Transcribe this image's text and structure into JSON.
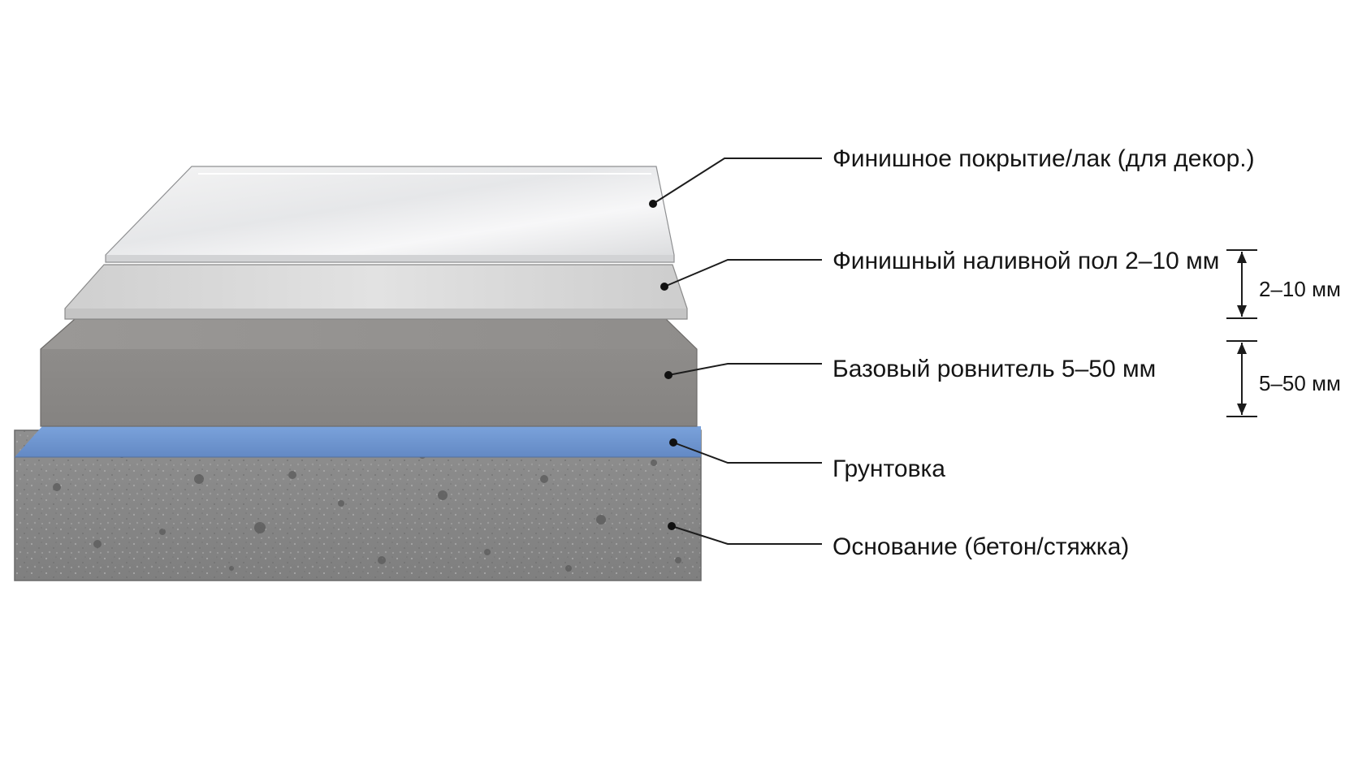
{
  "layers": [
    {
      "id": "finish-coat",
      "label": "Финишное покрытие/лак (для декор.)"
    },
    {
      "id": "finish-leveler",
      "label": "Финишный наливной пол 2–10 мм"
    },
    {
      "id": "base-leveler",
      "label": "Базовый ровнитель 5–50 мм"
    },
    {
      "id": "primer",
      "label": "Грунтовка"
    },
    {
      "id": "substrate",
      "label": "Основание (бетон/стяжка)"
    }
  ],
  "dimensions": [
    {
      "id": "finish-thickness",
      "label": "2–10 мм"
    },
    {
      "id": "base-thickness",
      "label": "5–50 мм"
    }
  ],
  "colors": {
    "primer": "#6f98d4",
    "base_leveler": "#8f8c89",
    "finish_leveler": "#d8d8d8",
    "finish_coat": "#f2f2f2",
    "substrate": "#8a8a8a"
  }
}
